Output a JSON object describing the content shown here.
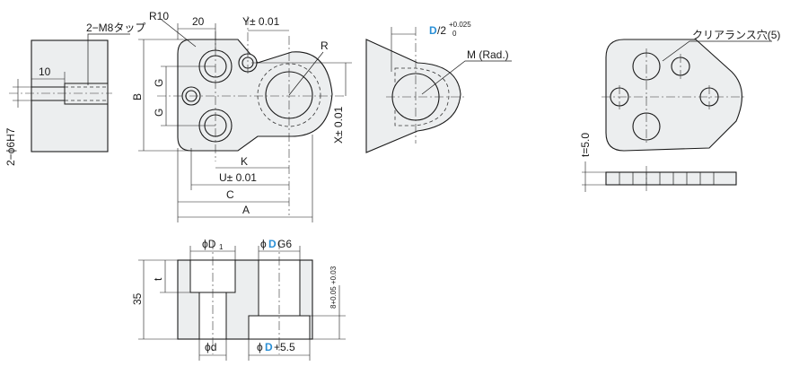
{
  "colors": {
    "accent": "#2a8fd6",
    "part_fill": "#eceeef",
    "line": "#1a1a1a"
  },
  "labels": {
    "tap": "2−M8タップ",
    "ten": "10",
    "phi6": "2−ϕ6H7",
    "r10": "R10",
    "twenty": "20",
    "y_tol": "Y± 0.01",
    "r": "R",
    "b": "B",
    "g1": "G",
    "g2": "G",
    "x_tol": "X± 0.01",
    "k": "K",
    "u_tol": "U± 0.01",
    "c": "C",
    "a": "A",
    "d_half": "D",
    "d_half_suffix": "/2",
    "d_half_tol_upper": "+0.025",
    "d_half_tol_lower": "0",
    "m_rad": "M (Rad.)",
    "clearance": "クリアランス穴(5)",
    "t50": "t=5.0",
    "phi_d1": "ϕD",
    "phi_d1_sub": "1",
    "phi": "ϕ",
    "d_g6_d": "D",
    "d_g6_suffix": "G6",
    "t_label": "t",
    "h35": "35",
    "eight_tol": "8+0.05 +0.03",
    "phi_d": "ϕd",
    "d55_d": "D",
    "d55_suffix": "+5.5"
  }
}
